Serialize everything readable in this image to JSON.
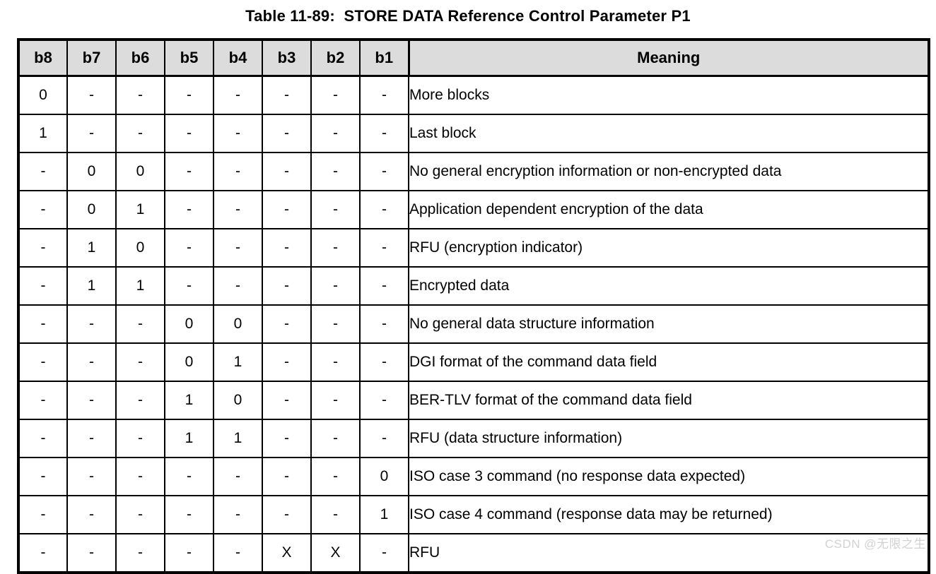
{
  "title": "Table 11-89:  STORE DATA Reference Control Parameter P1",
  "table": {
    "columns": [
      "b8",
      "b7",
      "b6",
      "b5",
      "b4",
      "b3",
      "b2",
      "b1",
      "Meaning"
    ],
    "rows": [
      {
        "bits": [
          "0",
          "-",
          "-",
          "-",
          "-",
          "-",
          "-",
          "-"
        ],
        "meaning": "More blocks"
      },
      {
        "bits": [
          "1",
          "-",
          "-",
          "-",
          "-",
          "-",
          "-",
          "-"
        ],
        "meaning": "Last block"
      },
      {
        "bits": [
          "-",
          "0",
          "0",
          "-",
          "-",
          "-",
          "-",
          "-"
        ],
        "meaning": "No general encryption information or non-encrypted data"
      },
      {
        "bits": [
          "-",
          "0",
          "1",
          "-",
          "-",
          "-",
          "-",
          "-"
        ],
        "meaning": "Application dependent encryption of the data"
      },
      {
        "bits": [
          "-",
          "1",
          "0",
          "-",
          "-",
          "-",
          "-",
          "-"
        ],
        "meaning": "RFU (encryption indicator)"
      },
      {
        "bits": [
          "-",
          "1",
          "1",
          "-",
          "-",
          "-",
          "-",
          "-"
        ],
        "meaning": "Encrypted data"
      },
      {
        "bits": [
          "-",
          "-",
          "-",
          "0",
          "0",
          "-",
          "-",
          "-"
        ],
        "meaning": "No general data structure information"
      },
      {
        "bits": [
          "-",
          "-",
          "-",
          "0",
          "1",
          "-",
          "-",
          "-"
        ],
        "meaning": "DGI format of the command data field"
      },
      {
        "bits": [
          "-",
          "-",
          "-",
          "1",
          "0",
          "-",
          "-",
          "-"
        ],
        "meaning": "BER-TLV format of the command data field"
      },
      {
        "bits": [
          "-",
          "-",
          "-",
          "1",
          "1",
          "-",
          "-",
          "-"
        ],
        "meaning": "RFU (data structure information)"
      },
      {
        "bits": [
          "-",
          "-",
          "-",
          "-",
          "-",
          "-",
          "-",
          "0"
        ],
        "meaning": "ISO case 3 command (no response data expected)"
      },
      {
        "bits": [
          "-",
          "-",
          "-",
          "-",
          "-",
          "-",
          "-",
          "1"
        ],
        "meaning": "ISO case 4 command (response data may be returned)"
      },
      {
        "bits": [
          "-",
          "-",
          "-",
          "-",
          "-",
          "X",
          "X",
          "-"
        ],
        "meaning": "RFU"
      }
    ]
  },
  "watermark": "CSDN @无限之生",
  "colors": {
    "header_background": "#dcdcdc",
    "border": "#000000",
    "text": "#000000",
    "watermark": "#d2d2d2"
  }
}
